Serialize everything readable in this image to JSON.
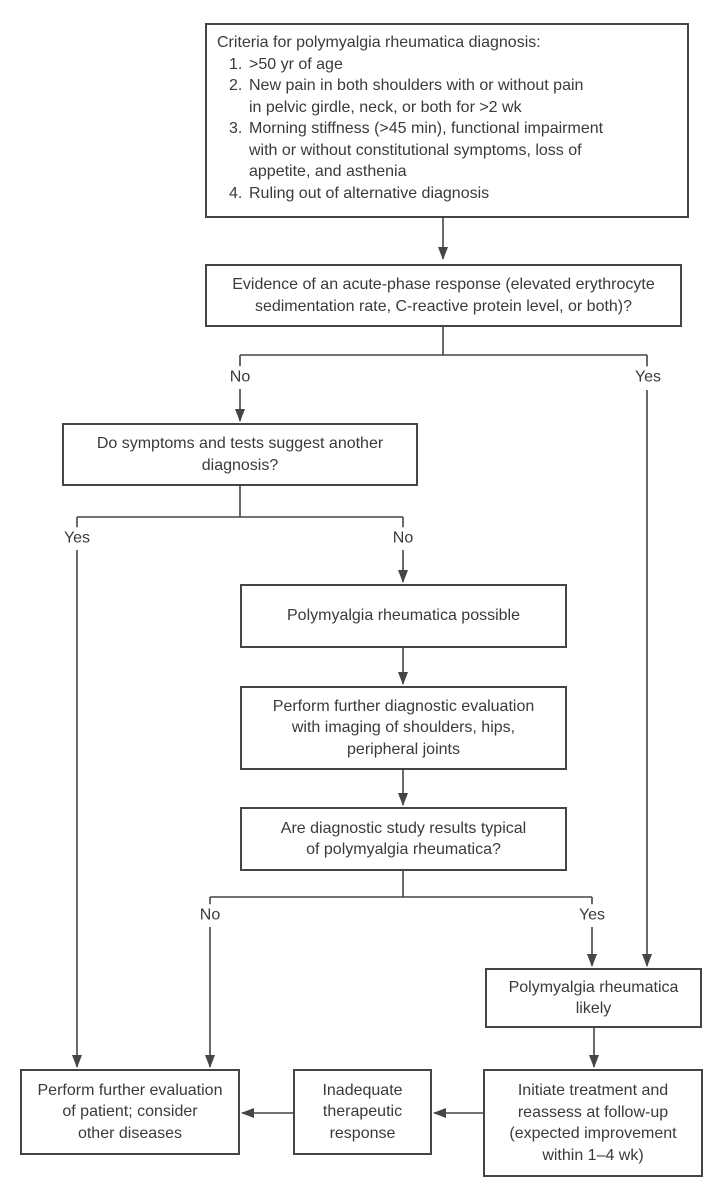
{
  "palette": {
    "ink": "#3a3a3c",
    "line": "#454547",
    "background": "#ffffff"
  },
  "flowchart": {
    "criteria_box": {
      "title": "Criteria for polymyalgia rheumatica diagnosis:",
      "items": [
        {
          "num": "1.",
          "lines": [
            ">50 yr of age"
          ]
        },
        {
          "num": "2.",
          "lines": [
            "New pain in both shoulders with or without pain",
            "in pelvic girdle, neck, or both for >2 wk"
          ]
        },
        {
          "num": "3.",
          "lines": [
            "Morning stiffness (>45 min), functional impairment",
            "with or without constitutional symptoms, loss of",
            "appetite, and asthenia"
          ]
        },
        {
          "num": "4.",
          "lines": [
            "Ruling out of alternative diagnosis"
          ]
        }
      ]
    },
    "acute_phase_box": {
      "lines": [
        "Evidence of an acute-phase response (elevated erythrocyte",
        "sedimentation rate, C-reactive protein level, or both)?"
      ]
    },
    "acute_branch": {
      "no": "No",
      "yes": "Yes"
    },
    "another_diagnosis_box": {
      "lines": [
        "Do symptoms and tests suggest another",
        "diagnosis?"
      ]
    },
    "another_branch": {
      "yes": "Yes",
      "no": "No"
    },
    "pmr_possible_box": {
      "lines": [
        "Polymyalgia rheumatica possible"
      ]
    },
    "diagnostic_evaluation_box": {
      "lines": [
        "Perform further diagnostic evaluation",
        "with imaging of shoulders, hips,",
        "peripheral joints"
      ]
    },
    "diagnostic_results_box": {
      "lines": [
        "Are diagnostic study results typical",
        "of polymyalgia rheumatica?"
      ]
    },
    "results_branch": {
      "no": "No",
      "yes": "Yes"
    },
    "pmr_likely_box": {
      "lines": [
        "Polymyalgia rheumatica",
        "likely"
      ]
    },
    "initiate_treatment_box": {
      "lines": [
        "Initiate treatment and",
        "reassess at follow-up",
        "(expected improvement",
        "within 1–4 wk)"
      ]
    },
    "inadequate_response_box": {
      "lines": [
        "Inadequate",
        "therapeutic",
        "response"
      ]
    },
    "further_evaluation_box": {
      "lines": [
        "Perform further evaluation",
        "of patient; consider",
        "other diseases"
      ]
    }
  }
}
